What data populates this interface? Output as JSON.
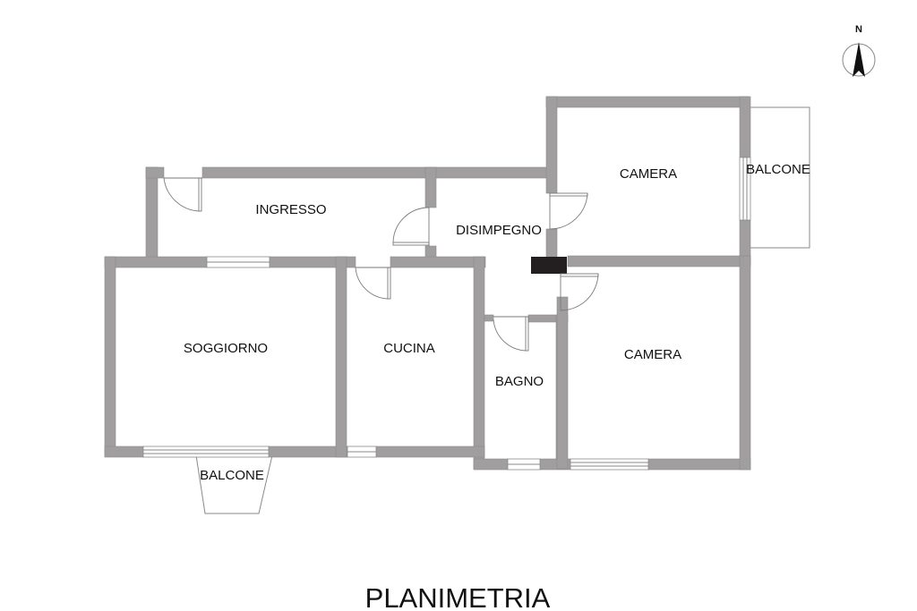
{
  "title": "PLANIMETRIA",
  "compass": {
    "label": "N",
    "icon": "north-arrow-icon"
  },
  "rooms": {
    "ingresso": "INGRESSO",
    "disimpegno": "DISIMPEGNO",
    "camera_top": "CAMERA",
    "balcone_right": "BALCONE",
    "soggiorno": "SOGGIORNO",
    "cucina": "CUCINA",
    "bagno": "BAGNO",
    "camera_bottom": "CAMERA",
    "balcone_bottom": "BALCONE"
  },
  "colors": {
    "wall": "#a09e9f",
    "chimney": "#231f20",
    "text": "#111111",
    "background": "#ffffff"
  }
}
